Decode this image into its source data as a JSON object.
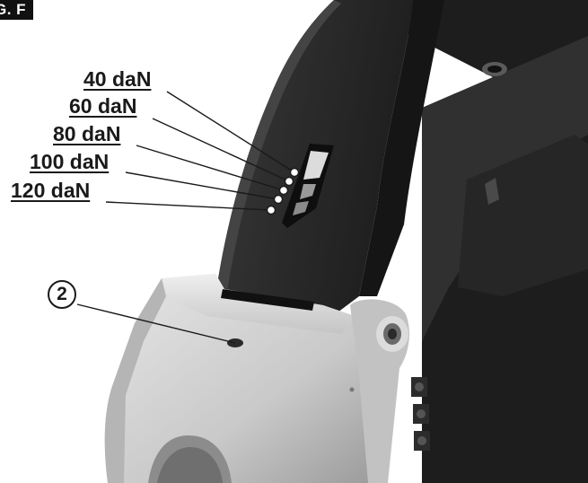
{
  "figure": {
    "label": "G. F"
  },
  "loads": [
    {
      "label": "40 daN"
    },
    {
      "label": "60 daN"
    },
    {
      "label": "80 daN"
    },
    {
      "label": "100 daN"
    },
    {
      "label": "120 daN"
    }
  ],
  "callout": {
    "number": "2"
  },
  "colors": {
    "frame_dark": "#2a2a2a",
    "bracket_light": "#d0d0d0",
    "text": "#1a1a1a",
    "label_bg": "#111111"
  }
}
